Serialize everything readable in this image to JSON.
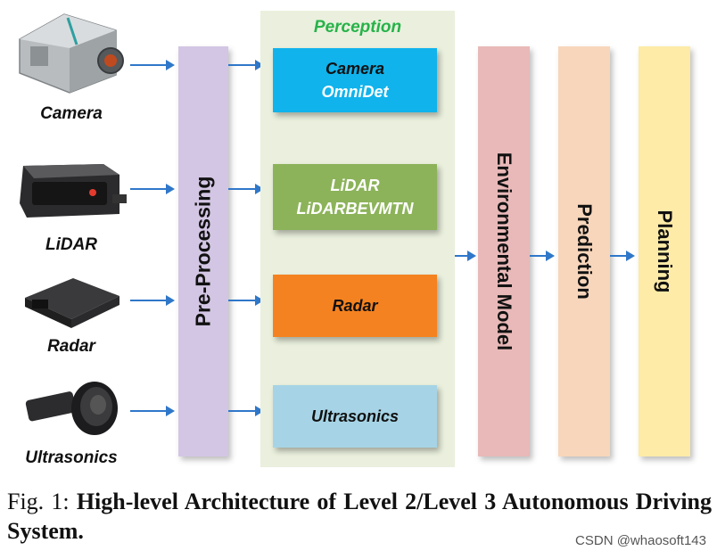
{
  "sensors": [
    {
      "label": "Camera",
      "icon": "camera-sensor-icon"
    },
    {
      "label": "LiDAR",
      "icon": "lidar-sensor-icon"
    },
    {
      "label": "Radar",
      "icon": "radar-sensor-icon"
    },
    {
      "label": "Ultrasonics",
      "icon": "ultrasonic-sensor-icon"
    }
  ],
  "preprocessing": {
    "label": "Pre-Processing",
    "color": "#d3c6e4"
  },
  "perception": {
    "title": "Perception",
    "title_color": "#27b24a",
    "panel_color": "#eaf0dd",
    "boxes": [
      {
        "line1": "Camera",
        "line2": "OmniDet",
        "color": "#10b3ec",
        "line1_color": "#111111",
        "line2_color": "#ffffff"
      },
      {
        "line1": "LiDAR",
        "line2": "LiDARBEVMTN",
        "color": "#8cb35a",
        "line1_color": "#ffffff",
        "line2_color": "#ffffff"
      },
      {
        "line1": "Radar",
        "line2": "",
        "color": "#f58220",
        "line1_color": "#111111",
        "line2_color": "#111111"
      },
      {
        "line1": "Ultrasonics",
        "line2": "",
        "color": "#a6d4e6",
        "line1_color": "#111111",
        "line2_color": "#111111"
      }
    ]
  },
  "stages": [
    {
      "label": "Environmental Model",
      "color": "#e8b9b8"
    },
    {
      "label": "Prediction",
      "color": "#f8d6bb"
    },
    {
      "label": "Planning",
      "color": "#fdeba7"
    }
  ],
  "caption": {
    "prefix": "Fig. 1:",
    "text": "High-level Architecture of Level 2/Level 3 Autonomous Driving System."
  },
  "watermark": "CSDN @whaosoft143",
  "arrow_color": "#2f77c9"
}
